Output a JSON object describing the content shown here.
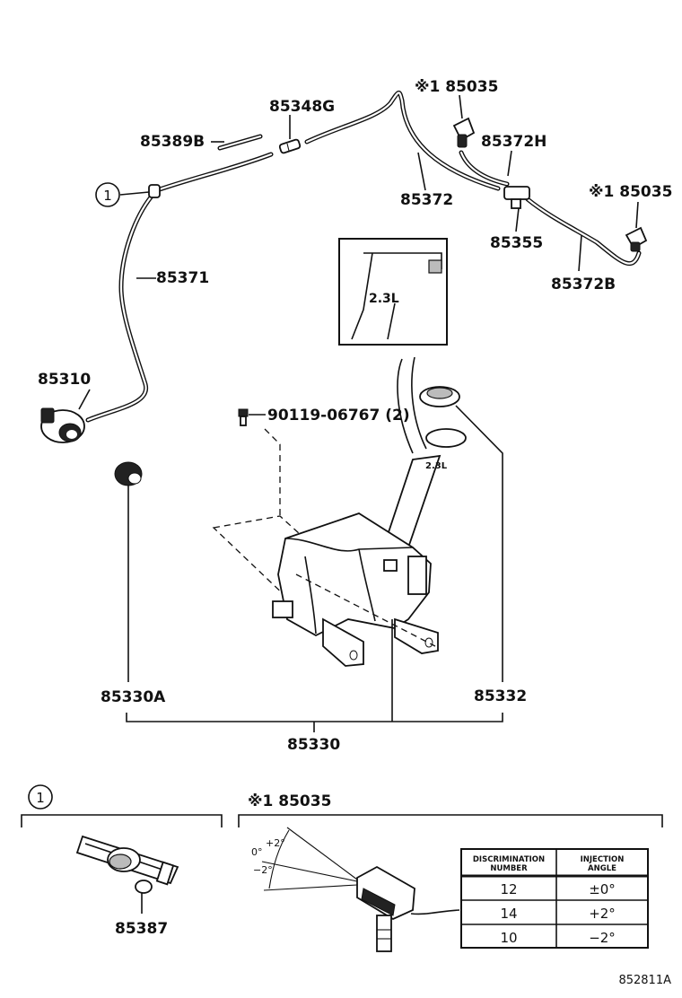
{
  "labels": {
    "p85035_top": "※1 85035",
    "p85348g": "85348G",
    "p85389b": "85389B",
    "p85372h": "85372H",
    "p85372": "85372",
    "p85035_right": "※1 85035",
    "p85355": "85355",
    "p85372b": "85372B",
    "p85371": "85371",
    "p85310": "85310",
    "bolt": "90119-06767 (2)",
    "p85330a": "85330A",
    "p85332": "85332",
    "p85330": "85330",
    "p85387": "85387",
    "p85035_detail": "※1 85035",
    "inset_text": "2.3L",
    "callout_num": "1",
    "callout_num_lower": "1",
    "angle_pos": "+2°",
    "angle_zero": "0°",
    "angle_neg": "−2°",
    "diagram_id": "852811A"
  },
  "table": {
    "headers": [
      {
        "line1": "DISCRIMINATION",
        "line2": "NUMBER"
      },
      {
        "line1": "INJECTION",
        "line2": "ANGLE"
      }
    ],
    "rows": [
      [
        "12",
        "±0°"
      ],
      [
        "14",
        "+2°"
      ],
      [
        "10",
        "−2°"
      ]
    ]
  }
}
